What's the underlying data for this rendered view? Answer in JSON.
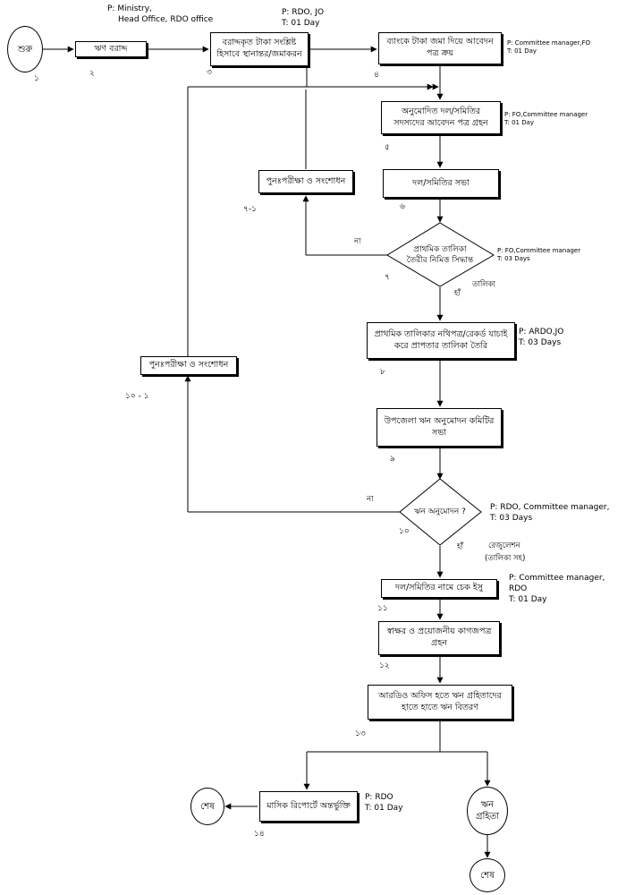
{
  "nodes": {
    "start": "শুরু",
    "loan_allocation": "ঋণ বরাদ্দ",
    "fund_transfer": "বরাদ্দকৃত টাকা সংশ্লিষ্ট হিসাবে স্থানান্তর/জমাকরন",
    "bank_deposit": "ব্যাংকে টাকা জমা দিয়ে আবেদন পত্র ক্রয়",
    "receive_application": "অনুমোদিত দল/সমিতির সদস্যদের আবেদন পত্র গ্রহন",
    "recheck_1": "পুনঃপরীক্ষা ও সংশোধন",
    "group_meeting": "দল/সমিতির সভা",
    "prelim_decision": "প্রাথমিক তালিকা তৈরীর নিমিত্ত সিদ্ধান্ত",
    "prelim_list": "প্রাথমিক তালিকার নথিপত্র/রেকর্ড যাচাই করে প্রাপতার তালিকা তৈরি",
    "recheck_2": "পুনঃপরীক্ষা ও সংশোধন",
    "upazila_meeting": "উপজেলা ঋন অনুমোদন কমিটির সভা",
    "loan_approval": "ঋন অনুমোদন ?",
    "cheque_issue": "দল/সমিতির নামে চেক ইসু",
    "sign_docs": "স্বাক্ষর ও প্রয়োজনীয় কাগজপত্র গ্রহন",
    "distribution": "আরডিও অফিস হতে ঋন গ্রহিতাদের হাতে হাতে ঋন বিতরণ",
    "monthly_report": "মাসিক রিপোর্টে অন্তর্ভুক্তি",
    "end_1": "শেষ",
    "borrower": "ঋন গ্রহিতা",
    "end_2": "শেষ"
  },
  "step_numbers": {
    "n1": "১",
    "n2": "২",
    "n3": "৩",
    "n4": "৪",
    "n5": "৫",
    "n6": "৬",
    "n7_1": "৭-১",
    "n7": "৭",
    "n8": "৮",
    "n9": "৯",
    "n10_1": "১০ - ১",
    "n10": "১০",
    "n11": "১১",
    "n12": "১২",
    "n13": "১৩",
    "n14": "১৪"
  },
  "branch_labels": {
    "no_1": "না",
    "list_1": "তালিকা",
    "yes_1": "হাঁ",
    "no_2": "না",
    "yes_2": "হাঁ",
    "resolution": "রেজুলেশন",
    "with_list": "(তালিকা সহ)"
  },
  "info": {
    "i2_p": "P:  Ministry,",
    "i2_p2": "Head Office, RDO office",
    "i3_p": "P:  RDO, JO",
    "i3_t": "T:  01 Day",
    "i4_p": "P: Committee manager,FO",
    "i4_t": "T:  01 Day",
    "i5_p": "P: FO,Committee manager",
    "i5_t": "T:  01 Day",
    "i7_p": "P: FO,Committee manager",
    "i7_t": "T:  03 Days",
    "i8_p": "P: ARDO,JO",
    "i8_t": "T:  03 Days",
    "i10_p": "P: RDO, Committee manager,",
    "i10_t": "T:  03 Days",
    "i11_p": "P: Committee manager,",
    "i11_p2": "RDO",
    "i11_t": "T:  01 Day",
    "i14_p": "P: RDO",
    "i14_t": "T:  01 Day"
  }
}
